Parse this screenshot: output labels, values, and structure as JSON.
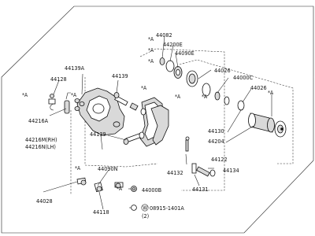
{
  "labels": {
    "l44082": "44082",
    "l44200E": "44200E",
    "l44090E": "44090E",
    "l44026a": "44026",
    "l44000C": "44000C",
    "l44026b": "44026",
    "l44139A": "44139A",
    "l44128": "44128",
    "l44139": "44139",
    "l44216A": "44216A",
    "l44216M": "44216M(RH)",
    "l44216N": "44216N(LH)",
    "l44139b": "44139",
    "l44130": "44130",
    "l44204": "44204",
    "l44122": "44122",
    "l44132": "44132",
    "l44134": "44134",
    "l44131": "44131",
    "l44090N": "44090N",
    "l44000B": "44000B",
    "l44028": "44028",
    "l44118": "44118",
    "bolt_code": "08915-1401A",
    "bolt_qty": "(2)",
    "bolt_symbol": "W"
  },
  "marks": {
    "star_a": "*A"
  }
}
